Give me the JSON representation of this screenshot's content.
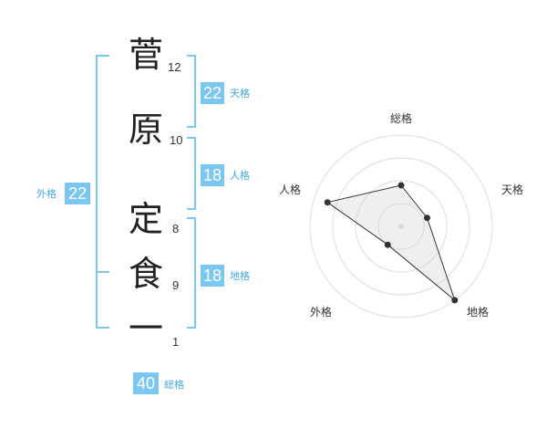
{
  "characters": [
    {
      "kanji": "菅",
      "strokes": "12"
    },
    {
      "kanji": "原",
      "strokes": "10"
    },
    {
      "kanji": "定",
      "strokes": "8"
    },
    {
      "kanji": "食",
      "strokes": "9"
    },
    {
      "kanji": "一",
      "strokes": "1"
    }
  ],
  "fortunes": {
    "tenkaku": {
      "label": "天格",
      "value": "22"
    },
    "jinkaku": {
      "label": "人格",
      "value": "18"
    },
    "chikaku": {
      "label": "地格",
      "value": "18"
    },
    "gaikaku": {
      "label": "外格",
      "value": "22"
    },
    "soukaku": {
      "label": "総格",
      "value": "40"
    }
  },
  "colors": {
    "accent": "#7cc6f2",
    "accent_text": "#46a9e4"
  },
  "chart_data": {
    "type": "radar",
    "axes": [
      "総格",
      "天格",
      "地格",
      "外格",
      "人格"
    ],
    "values": [
      0.45,
      0.3,
      1.0,
      0.25,
      0.85
    ],
    "range": [
      0,
      1
    ],
    "rings": 4
  }
}
